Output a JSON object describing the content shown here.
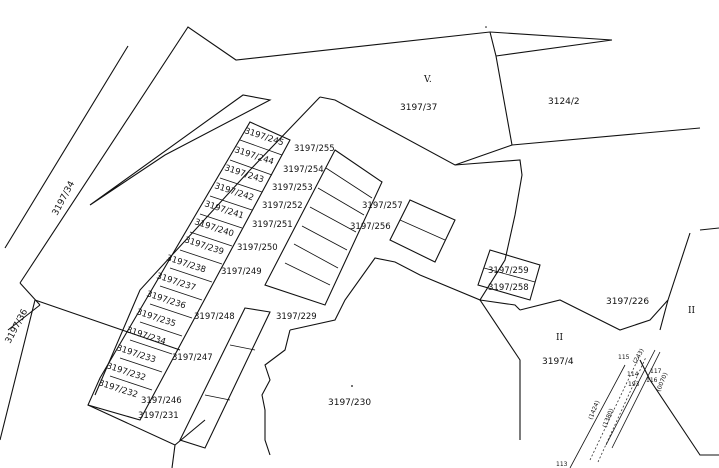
{
  "map": {
    "parcels": {
      "p3197_37": "3197/37",
      "p3124_2": "3124/2",
      "p3197_34": "3197/34",
      "p3197_36": "3197/36",
      "p3197_245": "3197/245",
      "p3197_244": "3197/244",
      "p3197_243": "3197/243",
      "p3197_242": "3197/242",
      "p3197_241": "3197/241",
      "p3197_240": "3197/240",
      "p3197_239": "3197/239",
      "p3197_238": "3197/238",
      "p3197_237": "3197/237",
      "p3197_236": "3197/236",
      "p3197_235": "3197/235",
      "p3197_234": "3197/234",
      "p3197_233": "3197/233",
      "p3197_232": "3197/232",
      "p3197_231": "3197/231",
      "p3197_246": "3197/246",
      "p3197_247": "3197/247",
      "p3197_248": "3197/248",
      "p3197_249": "3197/249",
      "p3197_250": "3197/250",
      "p3197_251": "3197/251",
      "p3197_252": "3197/252",
      "p3197_253": "3197/253",
      "p3197_254": "3197/254",
      "p3197_255": "3197/255",
      "p3197_256": "3197/256",
      "p3197_257": "3197/257",
      "p3197_229": "3197/229",
      "p3197_230": "3197/230",
      "p3197_259": "3197/259",
      "p3197_258": "3197/258",
      "p3197_226": "3197/226",
      "p3197_4": "3197/4"
    },
    "zone_marks": {
      "v": "V.",
      "ii_a": "II",
      "ii_b": "II"
    },
    "survey_points": {
      "n115": "115",
      "n114": "114",
      "n117": "117",
      "n116": "116",
      "n193": "193",
      "n113": "113",
      "n243": "(243)",
      "n0070": "(0070)",
      "n1424": "(1424)",
      "n1380": "(1380)"
    }
  }
}
